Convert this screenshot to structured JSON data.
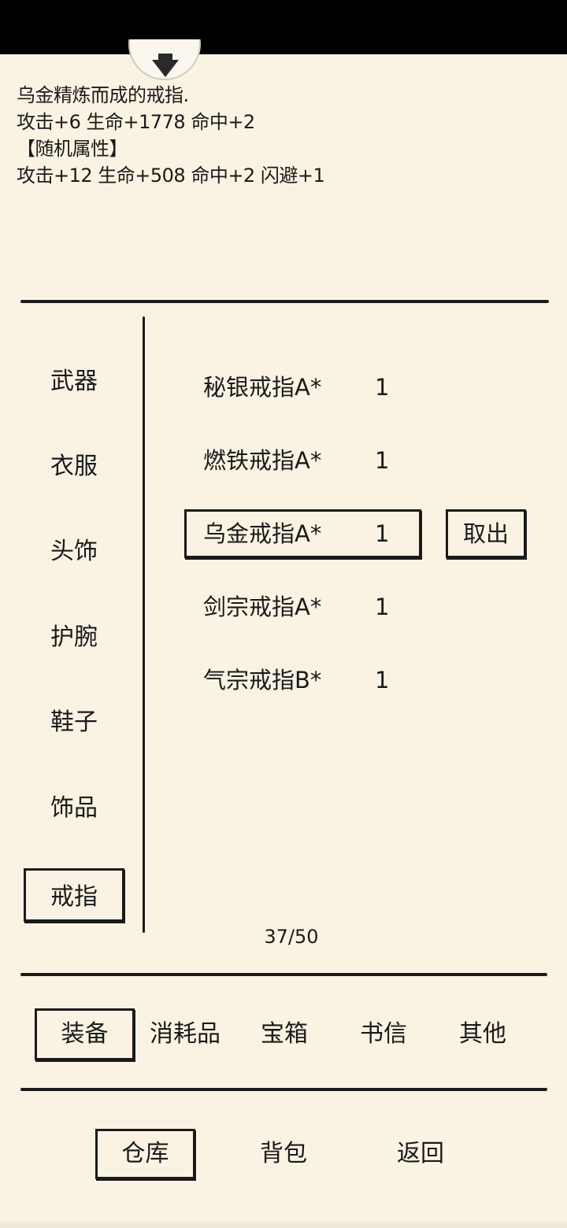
{
  "description": {
    "flavor": "乌金精炼而成的戒指.",
    "base_stats": "攻击+6 生命+1778 命中+2",
    "random_header": "【随机属性】",
    "random_stats": "攻击+12 生命+508 命中+2 闪避+1"
  },
  "categories": [
    {
      "label": "武器"
    },
    {
      "label": "衣服"
    },
    {
      "label": "头饰"
    },
    {
      "label": "护腕"
    },
    {
      "label": "鞋子"
    },
    {
      "label": "饰品"
    },
    {
      "label": "戒指",
      "selected": true
    }
  ],
  "items": [
    {
      "name": "秘银戒指A*",
      "qty": "1"
    },
    {
      "name": "燃铁戒指A*",
      "qty": "1"
    },
    {
      "name": "乌金戒指A*",
      "qty": "1",
      "selected": true
    },
    {
      "name": "剑宗戒指A*",
      "qty": "1"
    },
    {
      "name": "气宗戒指B*",
      "qty": "1"
    }
  ],
  "take_out_label": "取出",
  "page_count": "37/50",
  "tabs": [
    {
      "label": "装备",
      "selected": true
    },
    {
      "label": "消耗品"
    },
    {
      "label": "宝箱"
    },
    {
      "label": "书信"
    },
    {
      "label": "其他"
    }
  ],
  "nav": [
    {
      "label": "仓库",
      "selected": true
    },
    {
      "label": "背包"
    },
    {
      "label": "返回"
    }
  ],
  "icons": {
    "scroll_handle": "chevron-down-icon"
  },
  "colors": {
    "background": "#faf3e3",
    "ink": "#1a1a1a"
  }
}
